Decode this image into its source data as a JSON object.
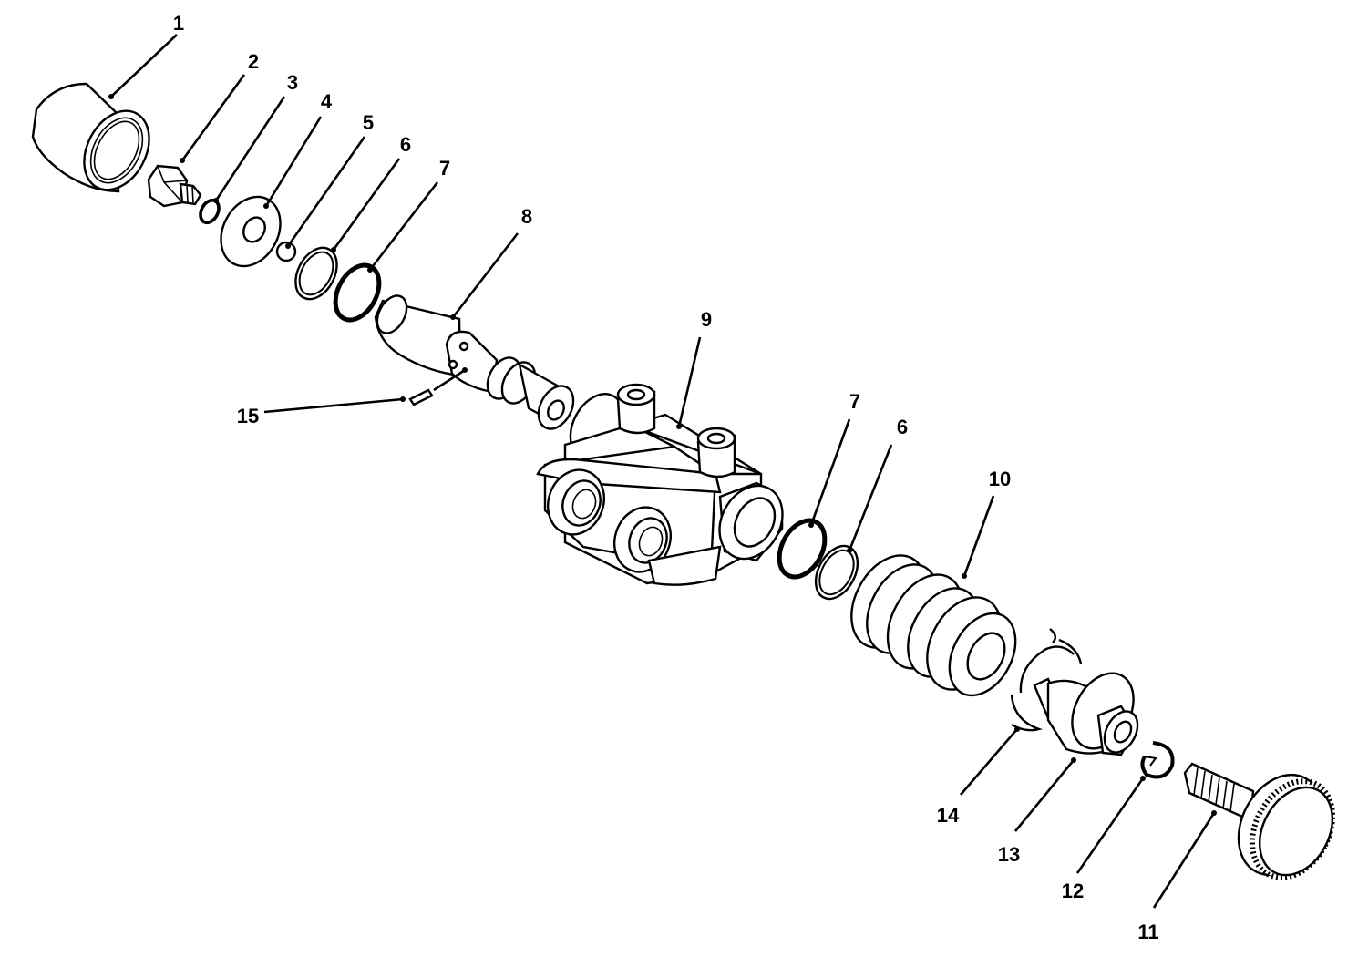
{
  "figure": {
    "callouts": [
      {
        "id": "c1",
        "text": "1"
      },
      {
        "id": "c2",
        "text": "2"
      },
      {
        "id": "c3",
        "text": "3"
      },
      {
        "id": "c4",
        "text": "4"
      },
      {
        "id": "c5",
        "text": "5"
      },
      {
        "id": "c6a",
        "text": "6"
      },
      {
        "id": "c7a",
        "text": "7"
      },
      {
        "id": "c8",
        "text": "8"
      },
      {
        "id": "c9",
        "text": "9"
      },
      {
        "id": "c7b",
        "text": "7"
      },
      {
        "id": "c6b",
        "text": "6"
      },
      {
        "id": "c10",
        "text": "10"
      },
      {
        "id": "c11",
        "text": "11"
      },
      {
        "id": "c12",
        "text": "12"
      },
      {
        "id": "c13",
        "text": "13"
      },
      {
        "id": "c14",
        "text": "14"
      },
      {
        "id": "c15",
        "text": "15"
      }
    ]
  }
}
